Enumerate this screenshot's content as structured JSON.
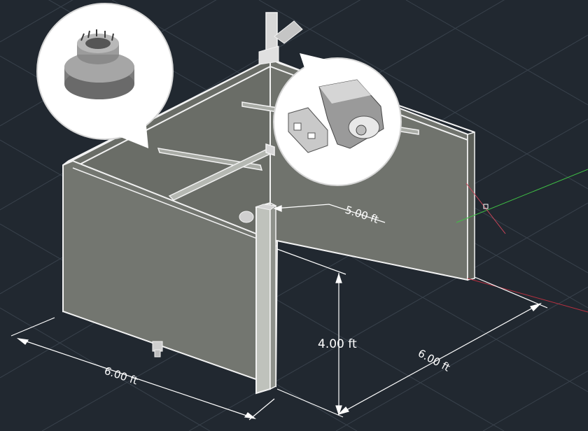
{
  "dimensions": {
    "width_front": "6.00 ft",
    "width_right": "6.00 ft",
    "height": "4.00 ft",
    "leader_note": "5.00 ft"
  },
  "colors": {
    "background": "#212830",
    "grid": "#39424c",
    "panel_face": "#6f726c",
    "panel_edge": "#f2f2f2",
    "ucs_x": "#d0455a",
    "ucs_y": "#3fbf45"
  },
  "callouts": [
    {
      "icon": "sprinkler-head-icon"
    },
    {
      "icon": "wall-mount-motion-sensor-icon"
    }
  ]
}
